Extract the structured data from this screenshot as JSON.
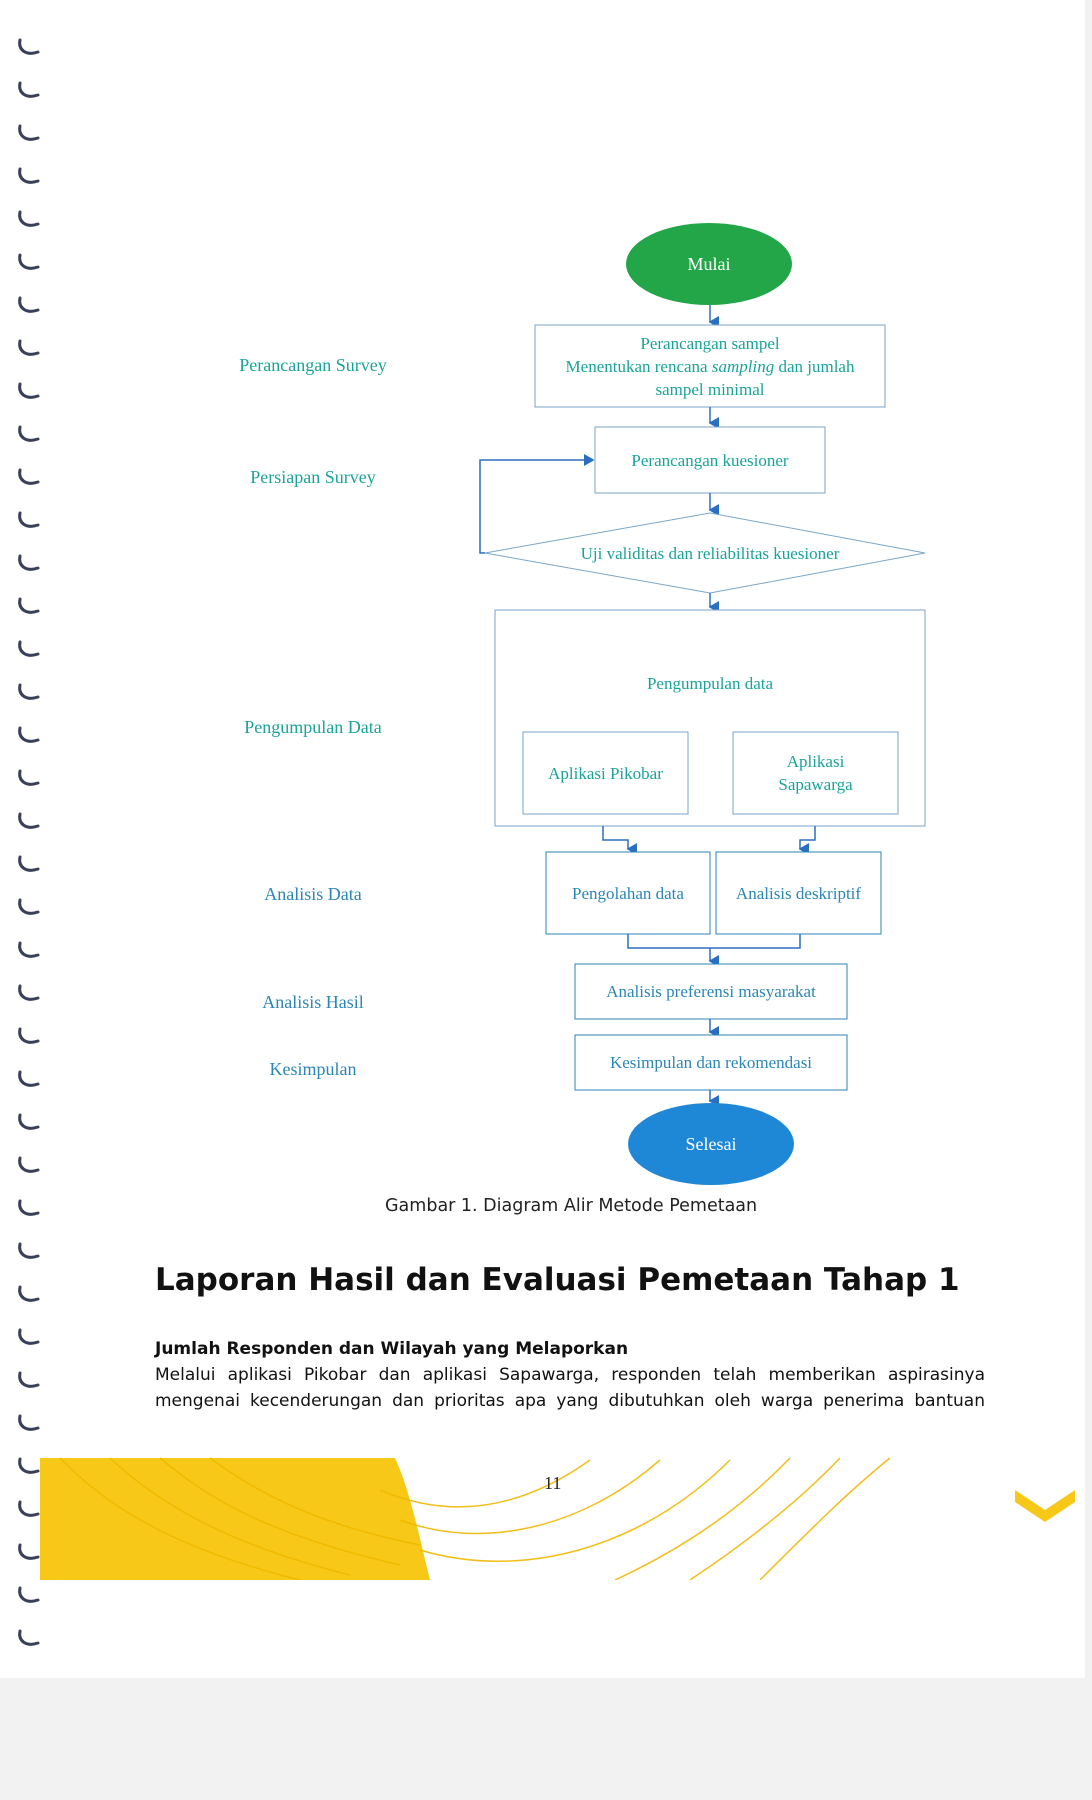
{
  "stages": {
    "perancangan": "Perancangan Survey",
    "persiapan": "Persiapan Survey",
    "pengumpulan": "Pengumpulan Data",
    "analisis_data": "Analisis Data",
    "analisis_hasil": "Analisis Hasil",
    "kesimpulan": "Kesimpulan"
  },
  "nodes": {
    "mulai": "Mulai",
    "perancangan_sampel_line1": "Perancangan sampel",
    "perancangan_sampel_line2a": "Menentukan rencana ",
    "perancangan_sampel_line2_italic": "sampling",
    "perancangan_sampel_line2b": " dan jumlah",
    "perancangan_sampel_line3": "sampel minimal",
    "perancangan_kuesioner": "Perancangan kuesioner",
    "uji_validitas": "Uji validitas dan reliabilitas kuesioner",
    "pengumpulan_data": "Pengumpulan data",
    "aplikasi_pikobar": "Aplikasi Pikobar",
    "aplikasi_sapawarga_line1": "Aplikasi",
    "aplikasi_sapawarga_line2": "Sapawarga",
    "pengolahan_data": "Pengolahan data",
    "analisis_deskriptif": "Analisis deskriptif",
    "analisis_preferensi": "Analisis preferensi masyarakat",
    "kesimpulan_rekomendasi": "Kesimpulan dan rekomendasi",
    "selesai": "Selesai"
  },
  "colors": {
    "green_oval": "#22a648",
    "blue_oval": "#1e88d6",
    "teal_text": "#1aa39a",
    "blue_text": "#2b86b6",
    "arrow": "#2a6fbf",
    "yellow": "#f7c817"
  },
  "caption": "Gambar 1. Diagram Alir Metode Pemetaan",
  "heading": "Laporan Hasil dan Evaluasi Pemetaan Tahap 1",
  "subheading": "Jumlah Responden dan Wilayah yang Melaporkan",
  "body": "Melalui aplikasi Pikobar dan aplikasi Sapawarga, responden telah memberikan aspirasinya mengenai kecenderungan dan prioritas apa yang dibutuhkan oleh warga penerima bantuan",
  "page_number": "11"
}
